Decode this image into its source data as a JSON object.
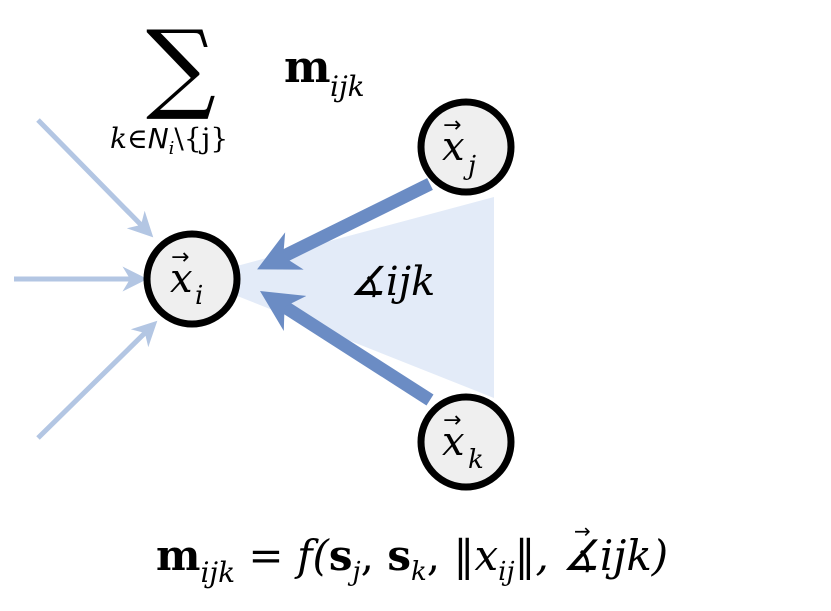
{
  "summation": {
    "symbol": "∑",
    "term_base": "m",
    "term_sub": "ijk",
    "index_k": "k",
    "index_in": "∈",
    "index_set": "N",
    "index_set_sub": "i",
    "index_rest": "\\{j}"
  },
  "nodes": {
    "i": {
      "base": "x",
      "sub": "i"
    },
    "j": {
      "base": "x",
      "sub": "j"
    },
    "k": {
      "base": "x",
      "sub": "k"
    }
  },
  "angle_label": "∡ijk",
  "formula": {
    "lhs_base": "m",
    "lhs_sub": "ijk",
    "rhs_open": " = f(",
    "s1_base": "s",
    "s1_sub": "j",
    "comma1": ", ",
    "s2_base": "s",
    "s2_sub": "k",
    "norm_open": ", ‖",
    "x_base": "x",
    "x_sub": "ij",
    "norm_close": "‖, ∡ijk)"
  },
  "colors": {
    "triangle_fill": "#e3ebf8",
    "arrow_main": "#6b8cc4",
    "arrow_faint": "#b3c6e3",
    "node_fill": "#efefef",
    "node_stroke": "#000000"
  }
}
